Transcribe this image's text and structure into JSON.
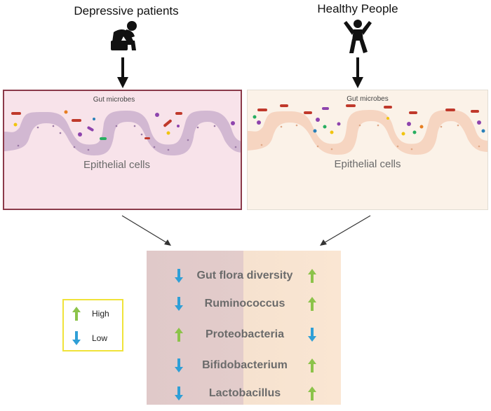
{
  "groups": {
    "depressive": {
      "title": "Depressive patients",
      "person_icon": "sad-person-icon"
    },
    "healthy": {
      "title": "Healthy People",
      "person_icon": "happy-person-icon"
    }
  },
  "panels": {
    "depressive": {
      "microbes_label": "Gut microbes",
      "epithelial_label": "Epithelial cells"
    },
    "healthy": {
      "microbes_label": "Gut microbes",
      "epithelial_label": "Epithelial cells"
    }
  },
  "comparison": {
    "rows": [
      {
        "label": "Gut flora diversity",
        "depressive": "low",
        "healthy": "high"
      },
      {
        "label": "Ruminococcus",
        "depressive": "low",
        "healthy": "high"
      },
      {
        "label": "Proteobacteria",
        "depressive": "high",
        "healthy": "low"
      },
      {
        "label": "Bifidobacterium",
        "depressive": "low",
        "healthy": "high"
      },
      {
        "label": "Lactobacillus",
        "depressive": "low",
        "healthy": "high"
      }
    ]
  },
  "legend": {
    "items": [
      {
        "label": "High",
        "direction": "high"
      },
      {
        "label": "Low",
        "direction": "low"
      }
    ]
  },
  "colors": {
    "high_arrow": "#8cc34a",
    "low_arrow": "#2f9fd6",
    "depressive_panel": "#f8e3ea",
    "healthy_panel": "#fbf2e8",
    "legend_border": "#f0e33a"
  }
}
